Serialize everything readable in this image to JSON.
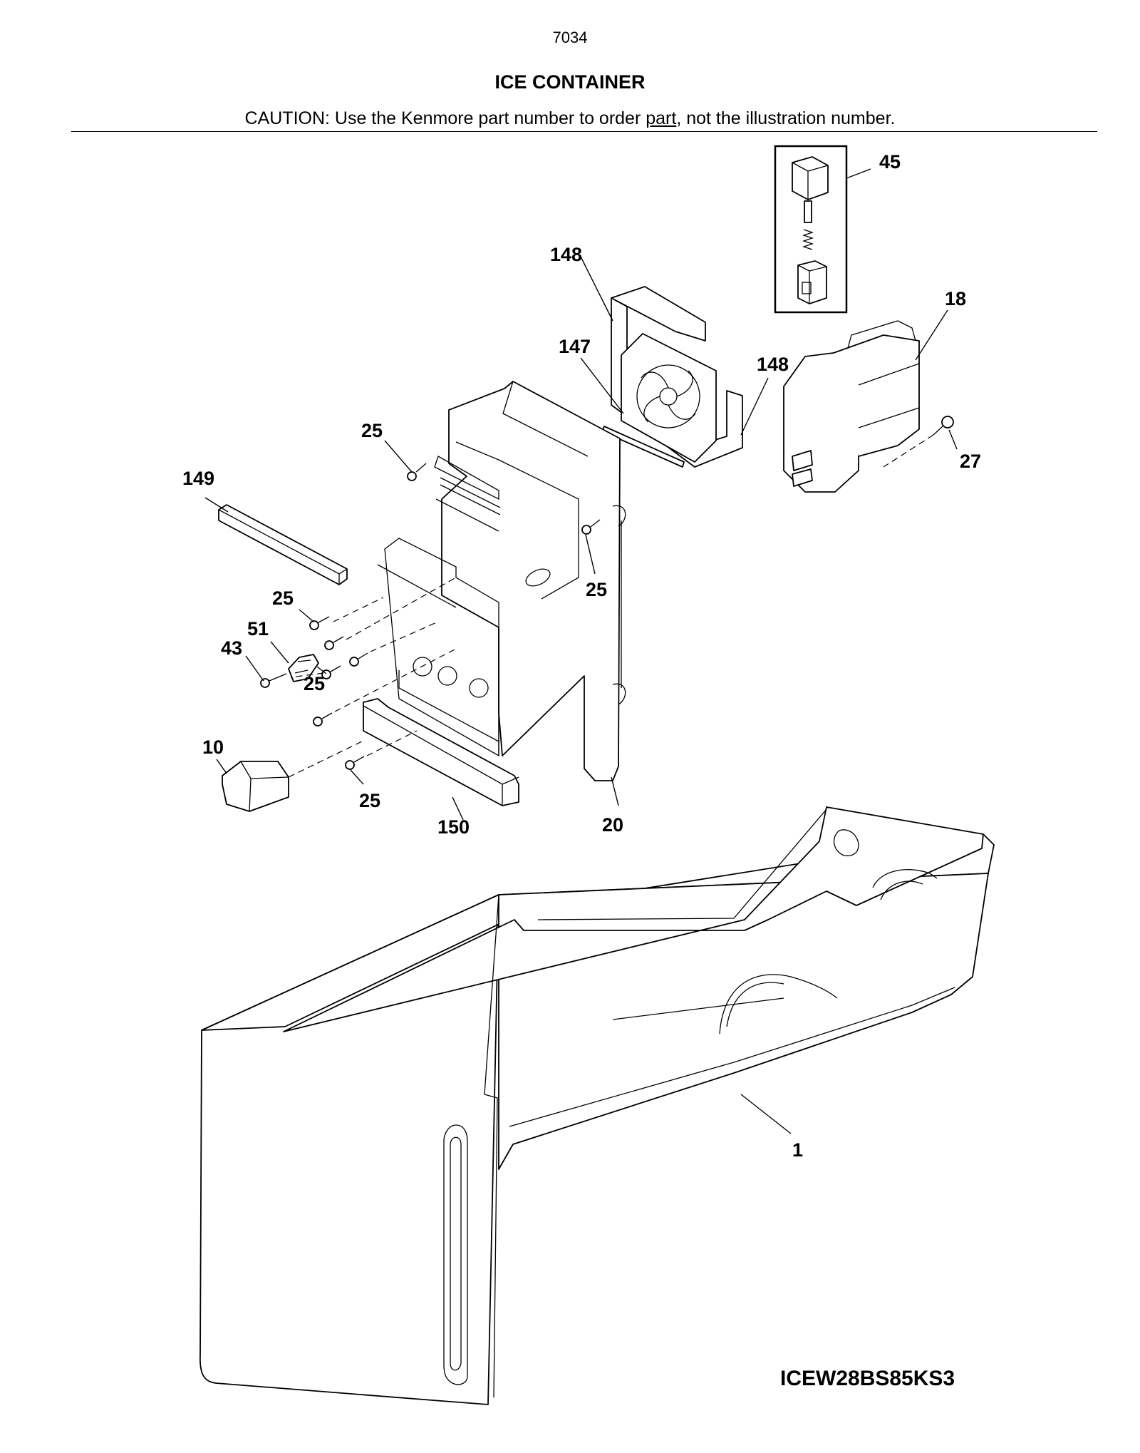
{
  "header": {
    "page_number": "7034",
    "section_title": "ICE CONTAINER",
    "caution_prefix": "CAUTION: Use the Kenmore part number to order ",
    "caution_link": "part",
    "caution_suffix": ", not the illustration number."
  },
  "callouts": {
    "c45": "45",
    "c148a": "148",
    "c148b": "148",
    "c18": "18",
    "c147": "147",
    "c25a": "25",
    "c27": "27",
    "c149": "149",
    "c25b": "25",
    "c25c": "25",
    "c51": "51",
    "c43": "43",
    "c25d": "25",
    "c10": "10",
    "c25e": "25",
    "c150": "150",
    "c20": "20",
    "c1": "1"
  },
  "footer": {
    "model_number": "ICEW28BS85KS3"
  }
}
